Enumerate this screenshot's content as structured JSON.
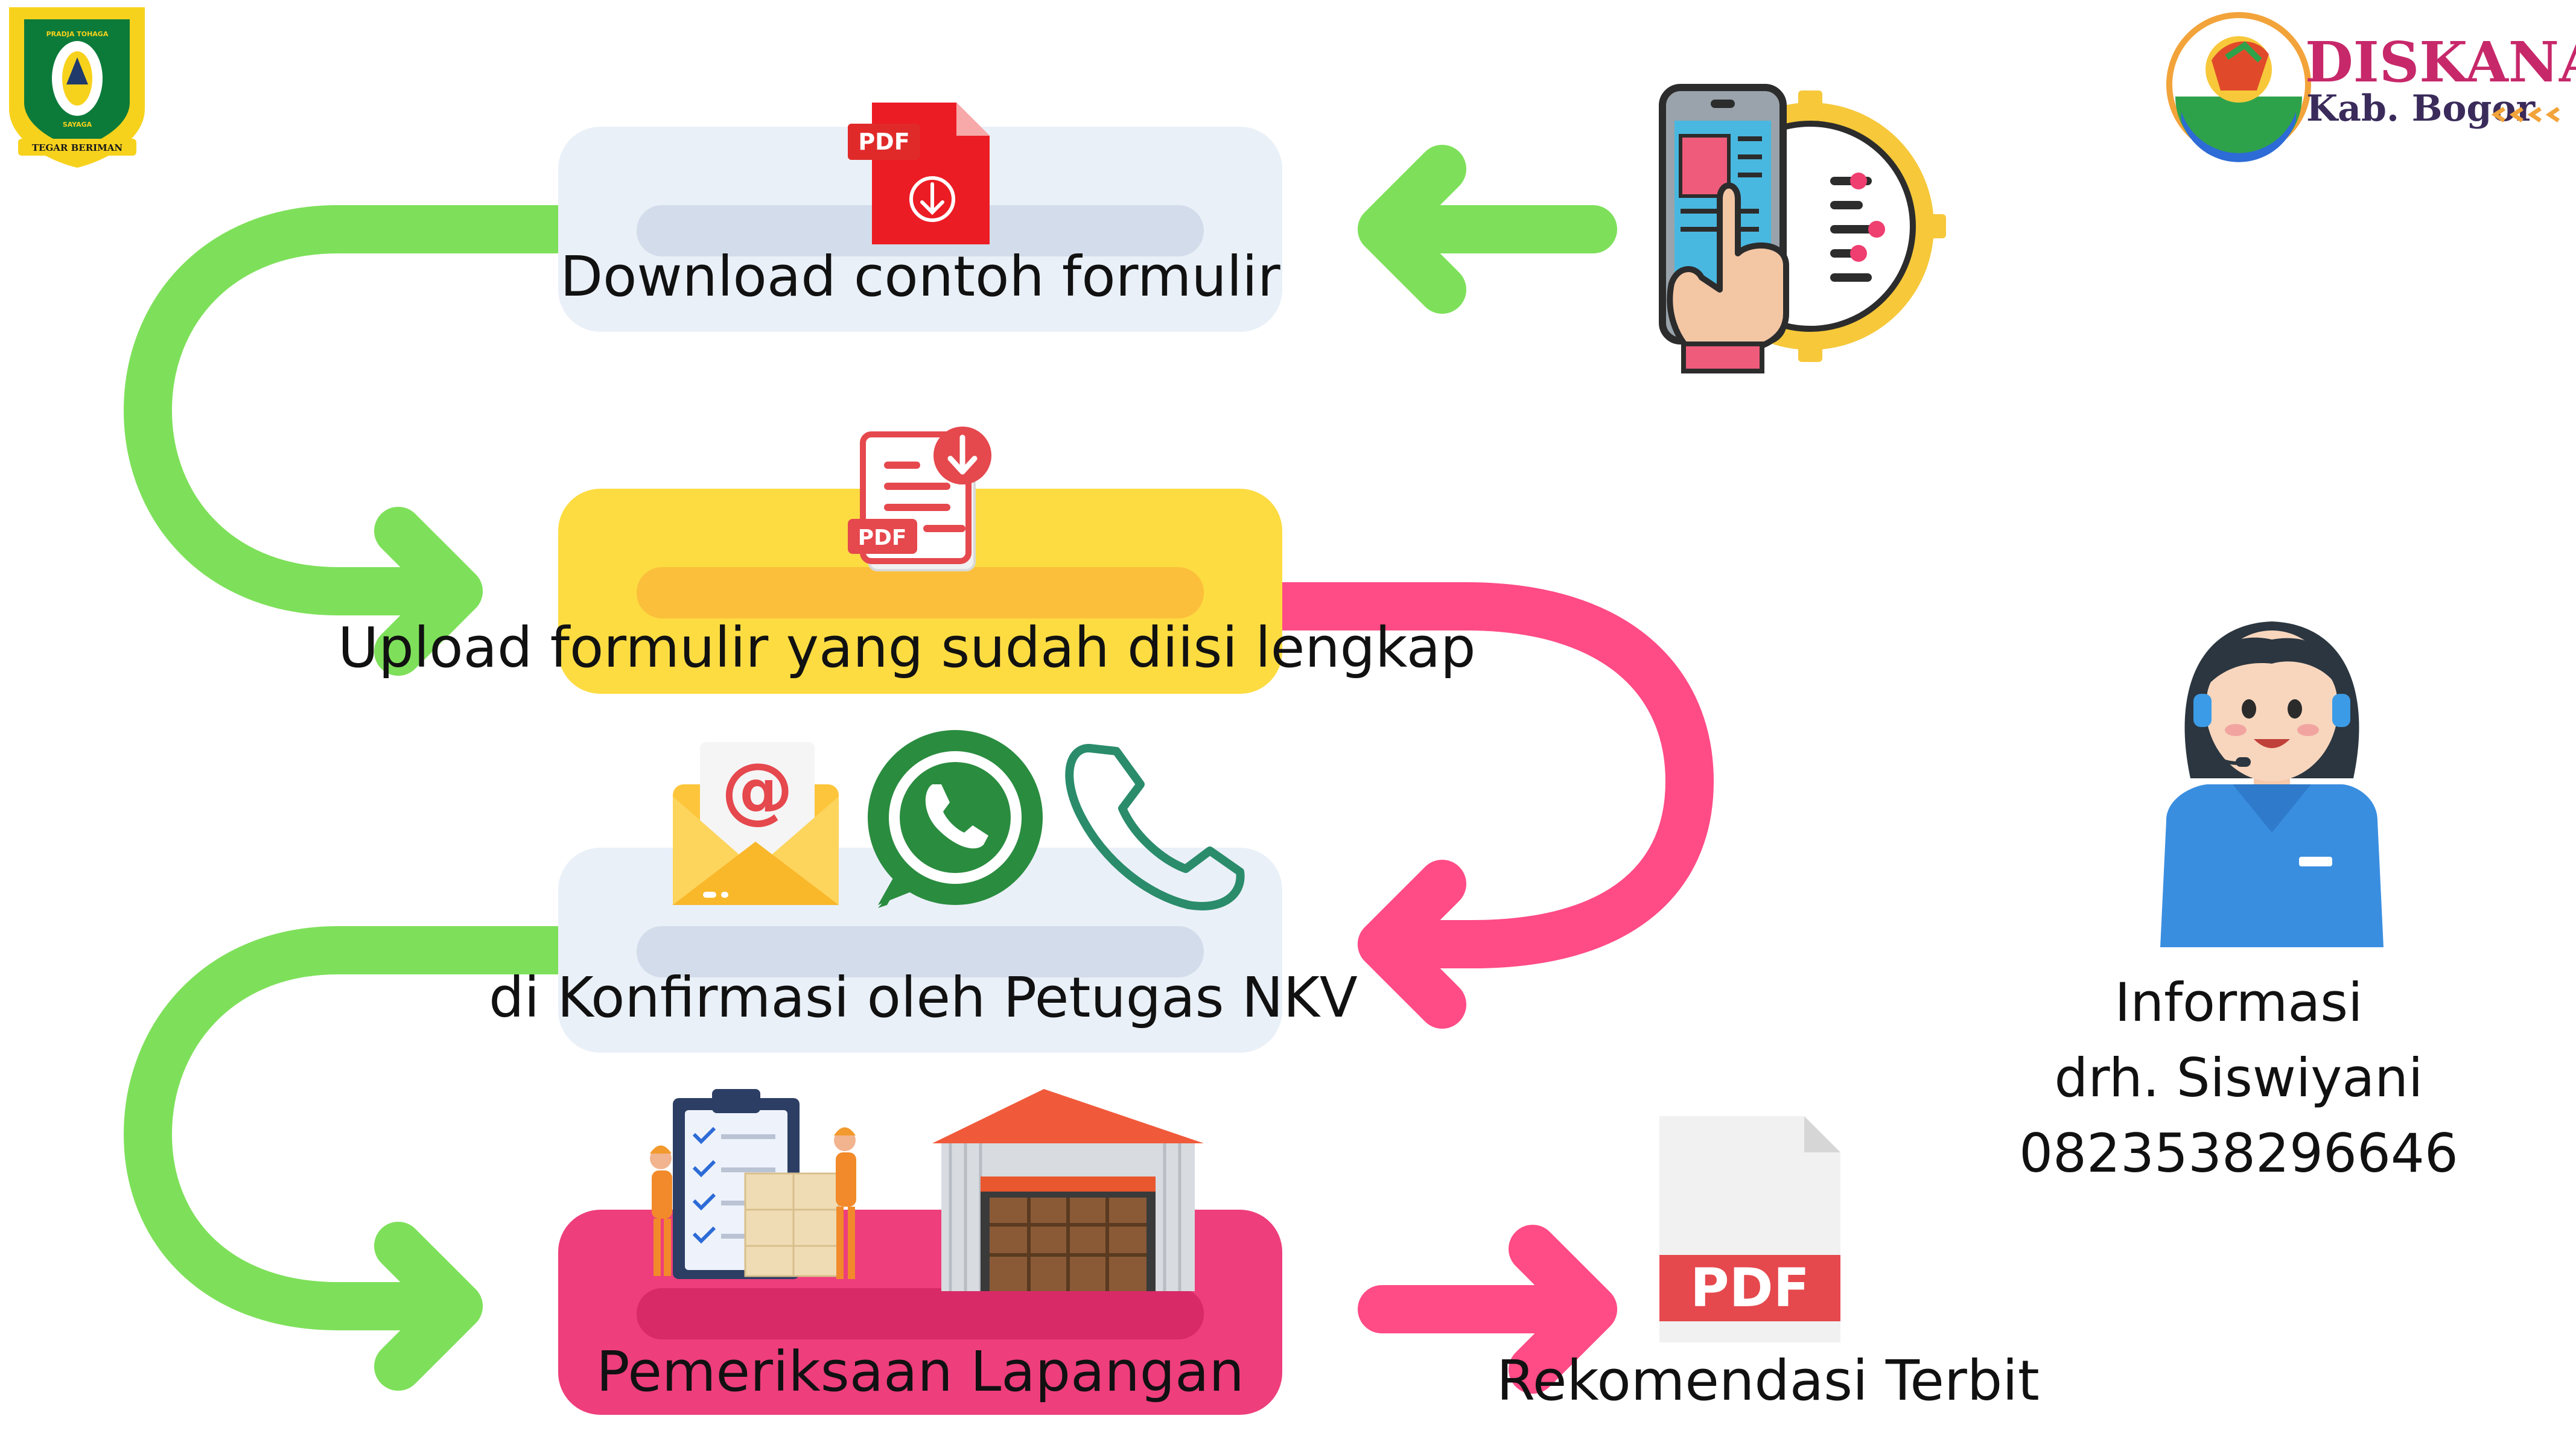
{
  "steps": [
    {
      "label": "Download contoh formulir",
      "color": "#eaf0f8",
      "pill": "#d3dcea"
    },
    {
      "label": "Upload formulir yang sudah diisi lengkap",
      "color": "#fddc42",
      "pill": "#fbbf3b"
    },
    {
      "label": "di Konfirmasi oleh Petugas NKV",
      "color": "#eaf0f8",
      "pill": "#d3dcea"
    },
    {
      "label": "Pemeriksaan Lapangan",
      "color": "#ee3e7c",
      "pill": "#d82a66"
    }
  ],
  "result": {
    "label": "Rekomendasi Terbit"
  },
  "info": {
    "line1": "Informasi",
    "line2": "drh. Siswiyani",
    "line3": "0823538296646"
  },
  "logo_left": {
    "top_text": "PRADJA TOHAGA",
    "center_text": "SAYAGA",
    "ribbon": "TEGAR BERIMAN"
  },
  "logo_right": {
    "title": "DISKANAK",
    "subtitle": "Kab. Bogor"
  },
  "icons": {
    "pdf_tag": "PDF",
    "at_symbol": "@",
    "doc_pdf_label": "PDF"
  },
  "colors": {
    "arrow_green": "#7ee05a",
    "arrow_pink": "#ff4b86",
    "pdf_red": "#e83a3a"
  }
}
